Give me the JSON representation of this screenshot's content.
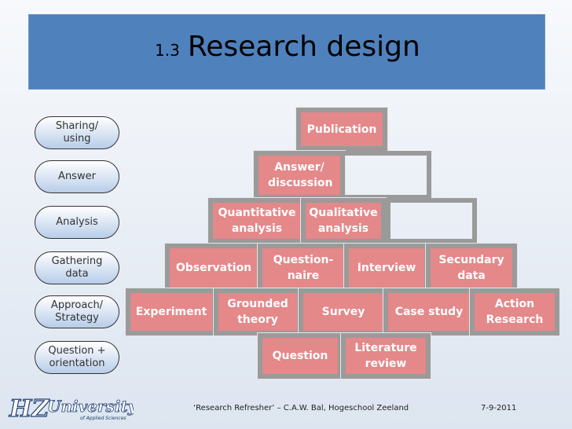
{
  "title": {
    "number": "1.3",
    "text": "Research design"
  },
  "sidebar": {
    "sharing": "Sharing/ using",
    "answer": "Answer",
    "analysis": "Analysis",
    "gathering": "Gathering data",
    "approach": "Approach/ Strategy",
    "question": "Question + orientation"
  },
  "pyramid": {
    "publication": "Publication",
    "answer_discussion": "Answer/ discussion",
    "quantitative": "Quantitative analysis",
    "qualitative": "Qualitative analysis",
    "observation": "Observation",
    "questionnaire": "Question- naire",
    "interview": "Interview",
    "secundary": "Secundary data",
    "experiment": "Experiment",
    "grounded": "Grounded theory",
    "survey": "Survey",
    "case_study": "Case study",
    "action_research": "Action Research",
    "question": "Question",
    "literature": "Literature review"
  },
  "footer": {
    "citation": "‘Research Refresher’ – C.A.W. Bal, Hogeschool Zeeland",
    "date": "7-9-2011"
  },
  "logo": {
    "text": "HZ University",
    "sub": "of Applied Sciences"
  },
  "colors": {
    "banner": "#4f81bd",
    "brick": "#e4888a",
    "mortar": "#9a9a9a"
  }
}
